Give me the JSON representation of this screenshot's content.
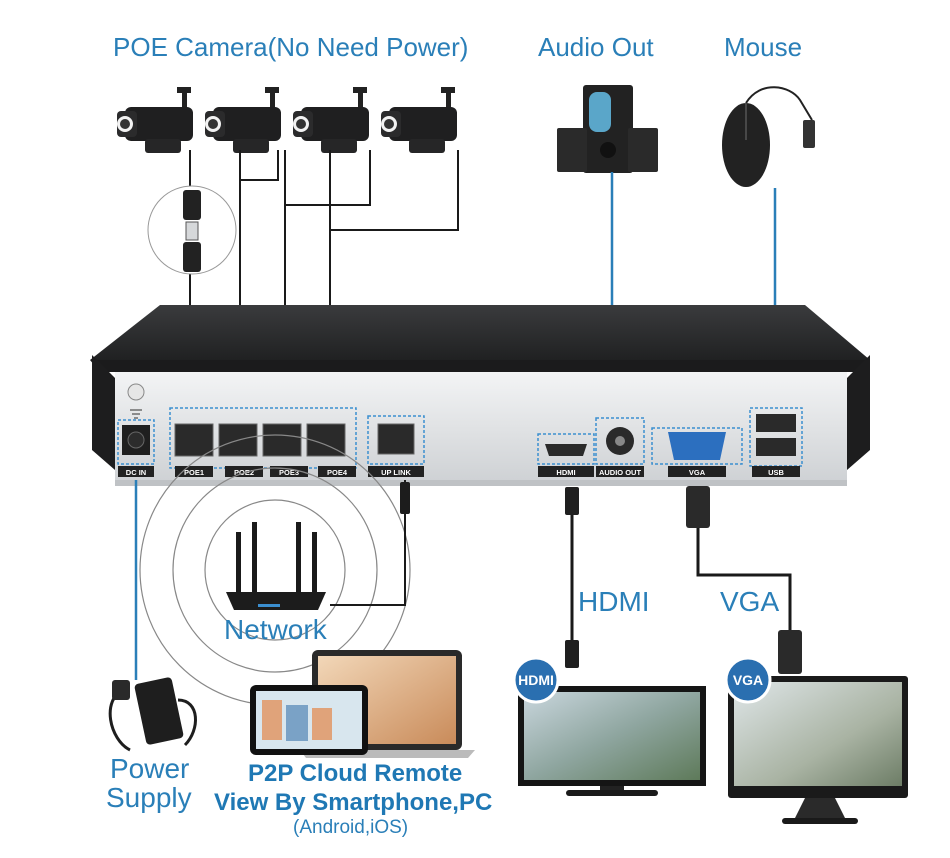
{
  "labels": {
    "poe_camera": "POE Camera(No Need Power)",
    "audio_out": "Audio Out",
    "mouse": "Mouse",
    "hdmi": "HDMI",
    "vga": "VGA",
    "network": "Network",
    "power_line1": "Power",
    "power_line2": "Supply",
    "p2p_line1": "P2P Cloud Remote",
    "p2p_line2": "View By Smartphone,PC",
    "p2p_line3": "(Android,iOS)"
  },
  "ports": {
    "dc_in": "DC IN",
    "poe1": "POE1",
    "poe2": "POE2",
    "poe3": "POE3",
    "poe4": "POE4",
    "uplink": "UP LINK",
    "hdmi": "HDMI",
    "audio_out": "AUDIO OUT",
    "vga": "VGA",
    "usb": "USB"
  },
  "monitor_badges": {
    "hdmi": "HDMI",
    "vga": "VGA"
  },
  "colors": {
    "accent": "#2a7fb8",
    "cable": "#1a1a1a",
    "nvr_body": "#2b2c2e",
    "nvr_panel": "#dfe1e3",
    "port_outline": "#3b8fd0",
    "badge": "#2a6fb0"
  }
}
